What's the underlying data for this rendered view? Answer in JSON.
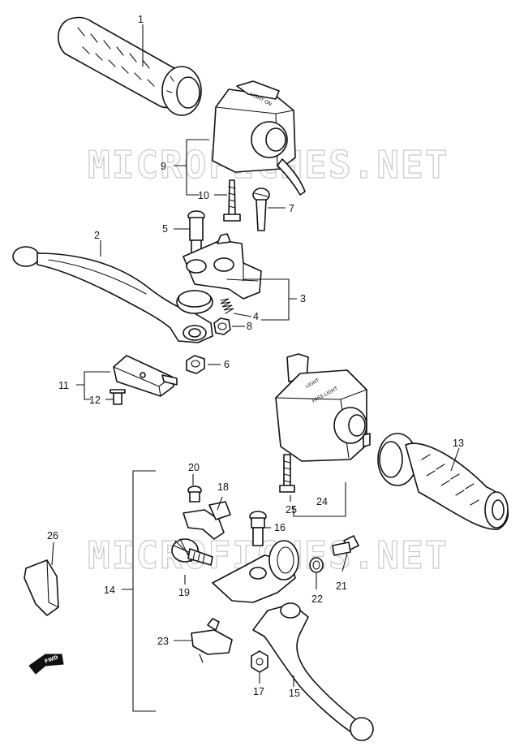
{
  "watermarks": [
    "MICROFICHES.NET",
    "MICROFICHES.NET"
  ],
  "switch_labels": {
    "left_switch_top": "LIGHT ON",
    "right_switch_top": "LIGHT",
    "right_switch_side": "PASS LIGHT"
  },
  "direction_arrow": "FWD",
  "callouts": [
    {
      "id": "1",
      "label": "1"
    },
    {
      "id": "2",
      "label": "2"
    },
    {
      "id": "3",
      "label": "3"
    },
    {
      "id": "4",
      "label": "4"
    },
    {
      "id": "5",
      "label": "5"
    },
    {
      "id": "6",
      "label": "6"
    },
    {
      "id": "7",
      "label": "7"
    },
    {
      "id": "8",
      "label": "8"
    },
    {
      "id": "9",
      "label": "9"
    },
    {
      "id": "10",
      "label": "10"
    },
    {
      "id": "11",
      "label": "11"
    },
    {
      "id": "12",
      "label": "12"
    },
    {
      "id": "13",
      "label": "13"
    },
    {
      "id": "14",
      "label": "14"
    },
    {
      "id": "15",
      "label": "15"
    },
    {
      "id": "16",
      "label": "16"
    },
    {
      "id": "17",
      "label": "17"
    },
    {
      "id": "18",
      "label": "18"
    },
    {
      "id": "19",
      "label": "19"
    },
    {
      "id": "20",
      "label": "20"
    },
    {
      "id": "21",
      "label": "21"
    },
    {
      "id": "22",
      "label": "22"
    },
    {
      "id": "23",
      "label": "23"
    },
    {
      "id": "24",
      "label": "24"
    },
    {
      "id": "25",
      "label": "25"
    },
    {
      "id": "26",
      "label": "26"
    }
  ]
}
